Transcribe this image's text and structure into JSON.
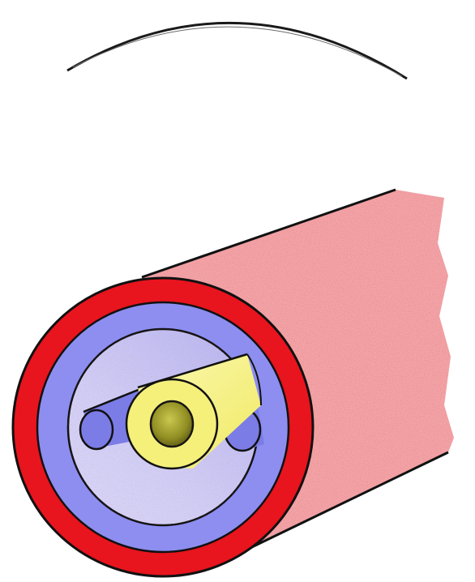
{
  "diagram": {
    "components": [
      {
        "name": "outer-sheath",
        "color": "#e8141e"
      },
      {
        "name": "sheath-surface",
        "color": "#f4a3a6"
      },
      {
        "name": "inner-layer",
        "color": "#8d8ef0"
      },
      {
        "name": "lumen",
        "color": "#c9c9f7"
      },
      {
        "name": "side-vessels",
        "color": "#7b7ce6"
      },
      {
        "name": "central-tube",
        "color": "#f5f07a"
      },
      {
        "name": "core",
        "color": "#8c8f1c"
      }
    ],
    "outline_color": "#111111"
  }
}
